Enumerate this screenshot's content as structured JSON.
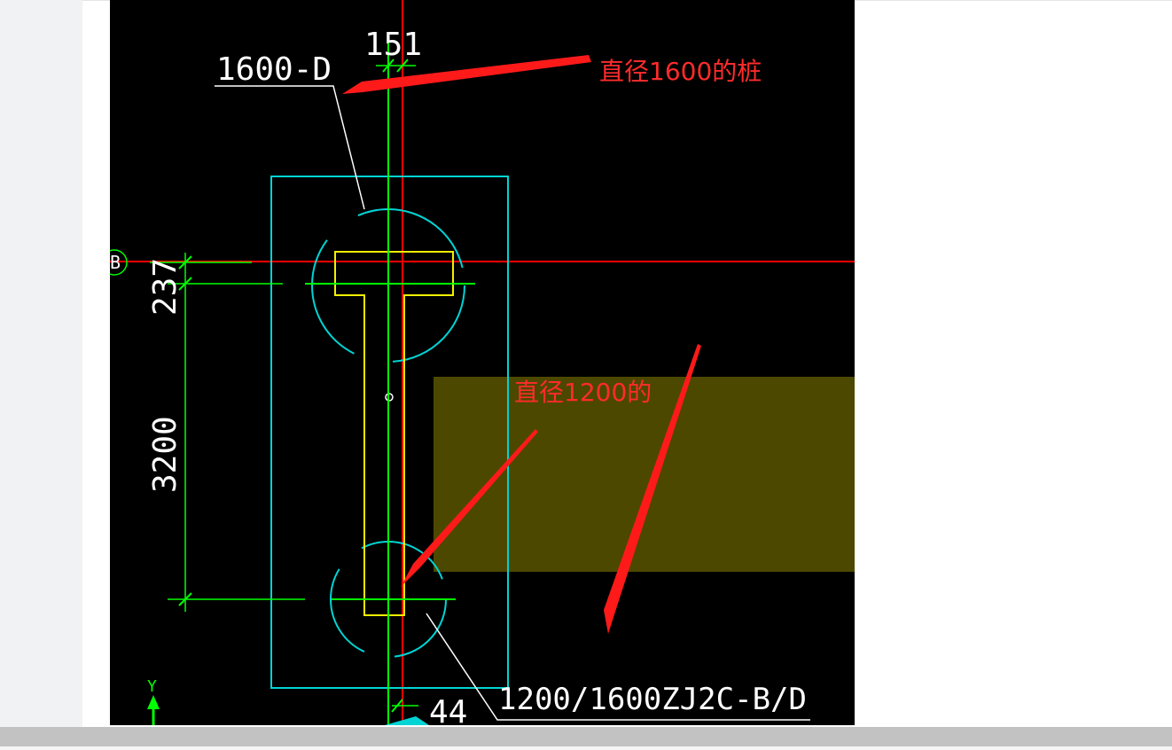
{
  "drawing": {
    "grid_label": "B",
    "axis_label": "Y",
    "dims": {
      "top_width": "151",
      "vert_small": "237",
      "vert_large": "3200",
      "bottom_width": "44"
    },
    "labels": {
      "top_pile": "1600-D",
      "bottom_pile": "1200/1600ZJ2C-B/D"
    }
  },
  "annotations": {
    "top_note": "直径1600的桩",
    "middle_note": "直径1200的"
  },
  "colors": {
    "cad_background": "#000000",
    "grid_line": "#ff0000",
    "dimension": "#00ff00",
    "outline": "#00d4d4",
    "beam_outline": "#f0f000",
    "leader": "#ffffff",
    "annotation": "#ff2b2b",
    "highlight": "#4d4800"
  }
}
